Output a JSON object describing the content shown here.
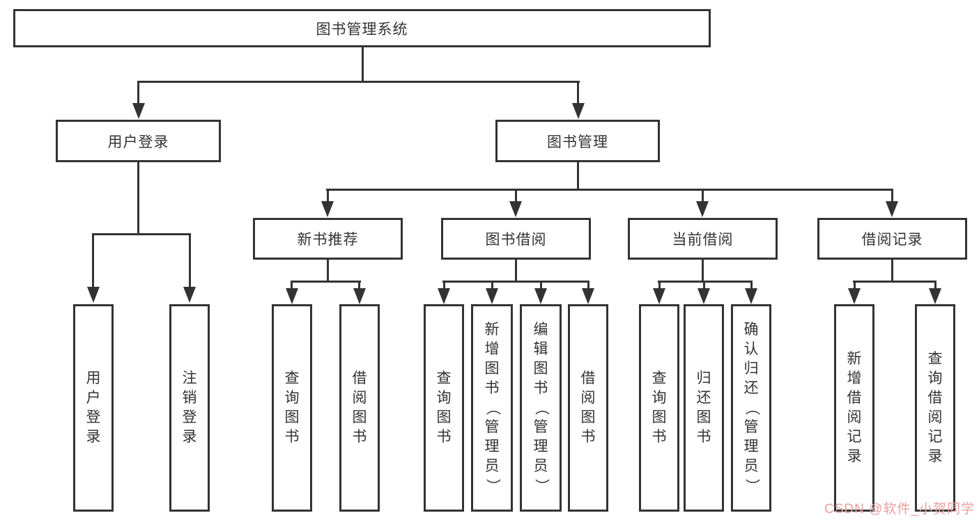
{
  "tree": {
    "root": {
      "label": "图书管理系统"
    },
    "branches": [
      {
        "label": "用户登录",
        "children": [
          {
            "label": "用户登录"
          },
          {
            "label": "注销登录"
          }
        ]
      },
      {
        "label": "图书管理",
        "children": [
          {
            "label": "新书推荐",
            "children": [
              {
                "label": "查询图书"
              },
              {
                "label": "借阅图书"
              }
            ]
          },
          {
            "label": "图书借阅",
            "children": [
              {
                "label": "查询图书"
              },
              {
                "label": "新增图书（管理员）"
              },
              {
                "label": "编辑图书（管理员）"
              },
              {
                "label": "借阅图书"
              }
            ]
          },
          {
            "label": "当前借阅",
            "children": [
              {
                "label": "查询图书"
              },
              {
                "label": "归还图书"
              },
              {
                "label": "确认归还（管理员）"
              }
            ]
          },
          {
            "label": "借阅记录",
            "children": [
              {
                "label": "新增借阅记录"
              },
              {
                "label": "查询借阅记录"
              }
            ]
          }
        ]
      }
    ]
  },
  "watermark": {
    "text": "CSDN @软件_小贺同学"
  },
  "colors": {
    "line": "#333333",
    "text": "#333333",
    "watermark": "#e89f9f",
    "background": "#ffffff"
  }
}
